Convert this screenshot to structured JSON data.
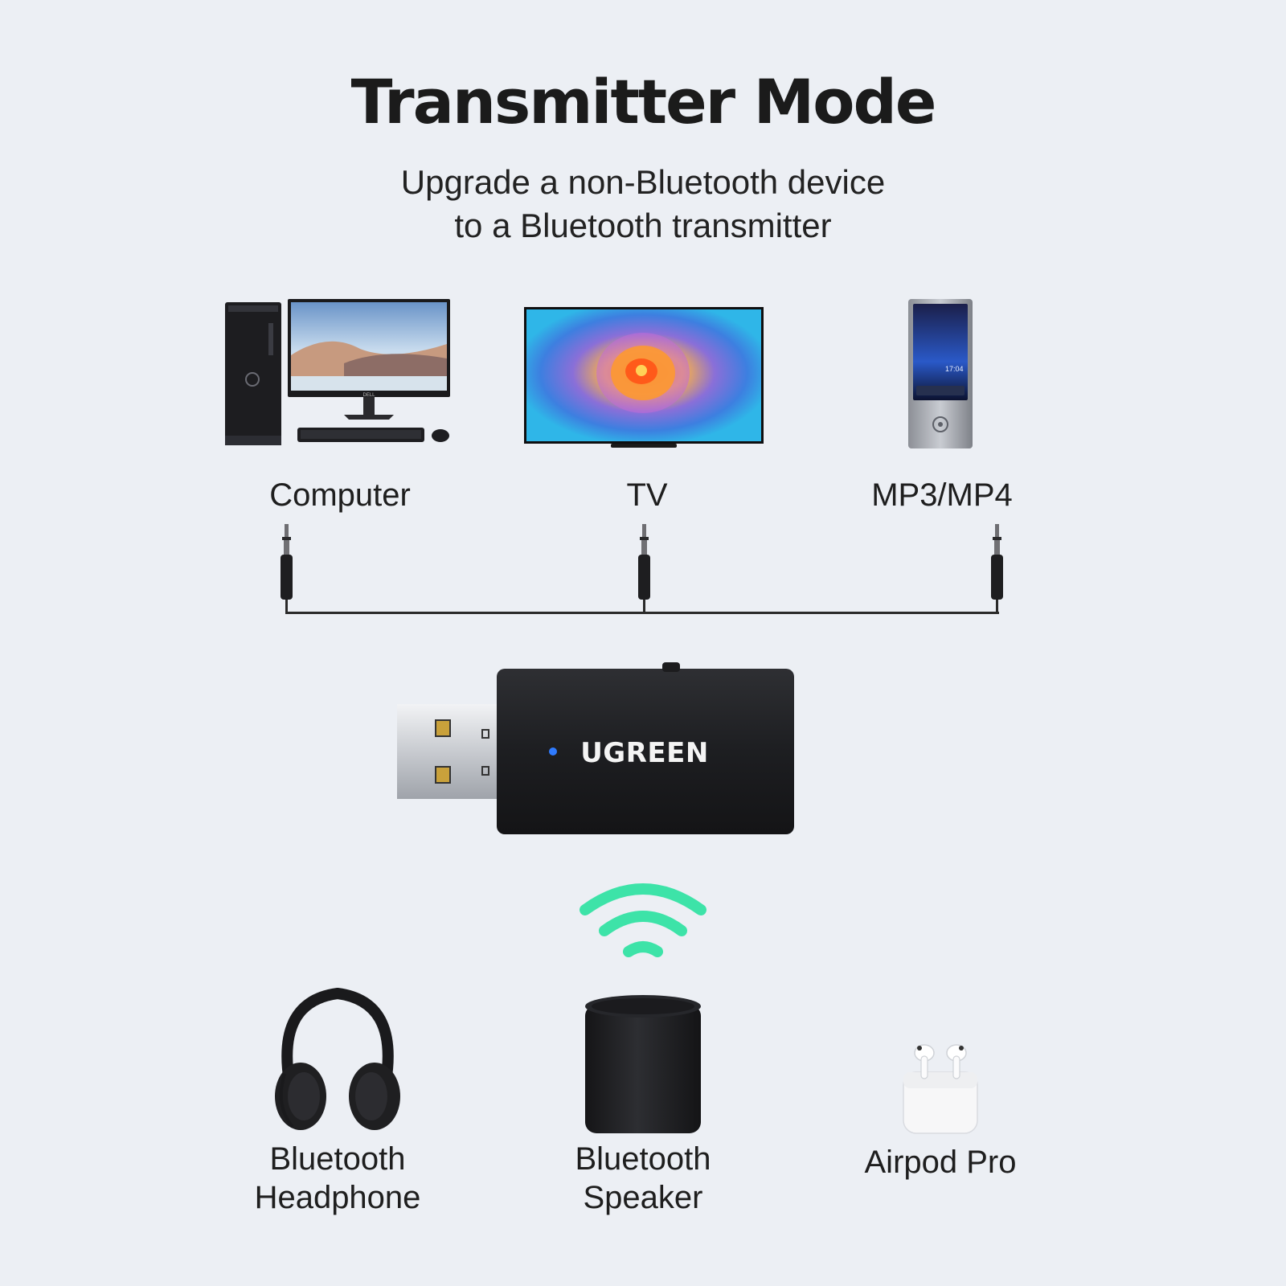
{
  "header": {
    "title": "Transmitter Mode",
    "subtitle_line1": "Upgrade a non-Bluetooth device",
    "subtitle_line2": "to a Bluetooth transmitter"
  },
  "sources": [
    {
      "label": "Computer"
    },
    {
      "label": "TV"
    },
    {
      "label": "MP3/MP4"
    }
  ],
  "adapter": {
    "brand": "UGREEN",
    "led_color": "#2f7bff"
  },
  "mp3_screen_time": "17:04",
  "computer_brand": "DELL",
  "wireless": {
    "signal_color": "#3de3a8"
  },
  "receivers": [
    {
      "line1": "Bluetooth",
      "line2": "Headphone"
    },
    {
      "line1": "Bluetooth",
      "line2": "Speaker"
    },
    {
      "line1": "Airpod Pro",
      "line2": ""
    }
  ],
  "colors": {
    "background": "#eceff4",
    "device_black": "#1f1f22",
    "cable": "#2a2a2a"
  }
}
